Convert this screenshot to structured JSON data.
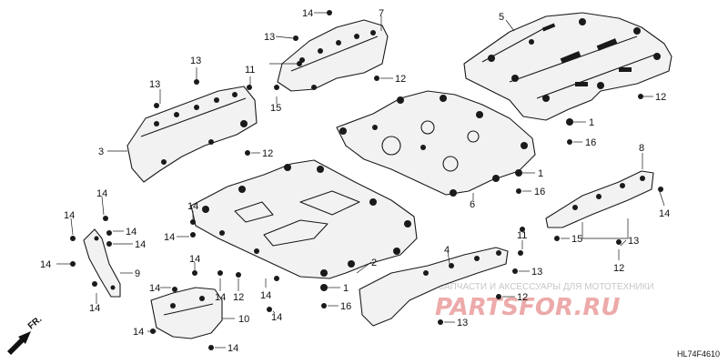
{
  "diagram": {
    "code": "HL74F4610",
    "direction_label": "FR.",
    "watermark_text": "ЗАПЧАСТИ И АКСЕССУАРЫ ДЛЯ МОТОТЕХНИКИ",
    "watermark_logo": "PARTSFOR.RU",
    "callouts": {
      "c14a": "14",
      "c7": "7",
      "c5": "5",
      "c13a": "13",
      "c13b": "13",
      "c11a": "11",
      "c12a": "12",
      "c13c": "13",
      "c12b": "12",
      "c15a": "15",
      "c1a": "1",
      "c16a": "16",
      "c3": "3",
      "c12c": "12",
      "c1b": "1",
      "c16b": "16",
      "c6": "6",
      "c8": "8",
      "c14b": "14",
      "c14c": "14",
      "c14d": "14",
      "c14e": "14",
      "c14f": "14",
      "c14g": "14",
      "c14h": "14",
      "c15b": "15",
      "c13d": "13",
      "c12d": "12",
      "c11b": "11",
      "c4": "4",
      "c13e": "13",
      "c12e": "12",
      "c2": "2",
      "c9": "9",
      "c14i": "14",
      "c14j": "14",
      "c14k": "14",
      "c12f": "12",
      "c14l": "14",
      "c14m": "14",
      "c1c": "1",
      "c16c": "16",
      "c14n": "14",
      "c10": "10",
      "c14o": "14",
      "c14p": "14",
      "c13f": "13",
      "c14q": "14"
    }
  }
}
